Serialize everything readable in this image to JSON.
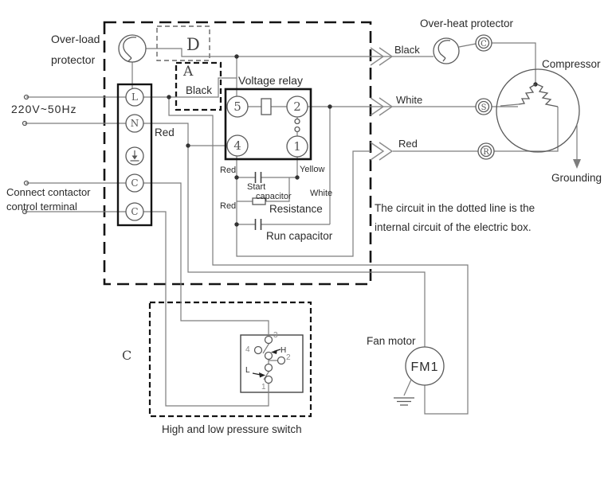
{
  "power": {
    "label": "220V~50Hz"
  },
  "overload_protector": {
    "label_line1": "Over-load",
    "label_line2": "protector"
  },
  "contactor": {
    "note_line1": "Connect contactor",
    "note_line2": "control terminal"
  },
  "terminal_block": {
    "l": "L",
    "n": "N",
    "c1": "C",
    "c2": "C"
  },
  "plugs": {
    "d": "D",
    "a": "A",
    "a_wire": "Black",
    "c": "C"
  },
  "relay": {
    "label": "Voltage relay",
    "t5": "5",
    "t2": "2",
    "t4": "4",
    "t1": "1"
  },
  "cap_circuit": {
    "red1": "Red",
    "yellow": "Yellow",
    "start_line1": "Start",
    "start_line2": "capacitor",
    "white": "White",
    "red2": "Red",
    "resistance": "Resistance",
    "run_capacitor": "Run capacitor"
  },
  "wires": {
    "black": "Black",
    "white": "White",
    "red": "Red",
    "red_neutral": "Red"
  },
  "overheat_protector": {
    "label": "Over-heat protector"
  },
  "compressor": {
    "label": "Compressor",
    "c": "C",
    "s": "S",
    "r": "R",
    "grounding": "Grounding"
  },
  "note": {
    "line1": "The circuit in the dotted line is the",
    "line2": "internal circuit of the electric box."
  },
  "pressure_switch": {
    "label": "High and low pressure switch",
    "n1": "1",
    "n2": "2",
    "n3": "3",
    "n4": "4",
    "h": "H",
    "l": "L"
  },
  "fan": {
    "label": "Fan motor",
    "name": "FM1"
  },
  "colors": {
    "wire": "#7d7d7d",
    "component": "#5a5a5a",
    "box": "#141414",
    "text": "#2b2b2b"
  }
}
